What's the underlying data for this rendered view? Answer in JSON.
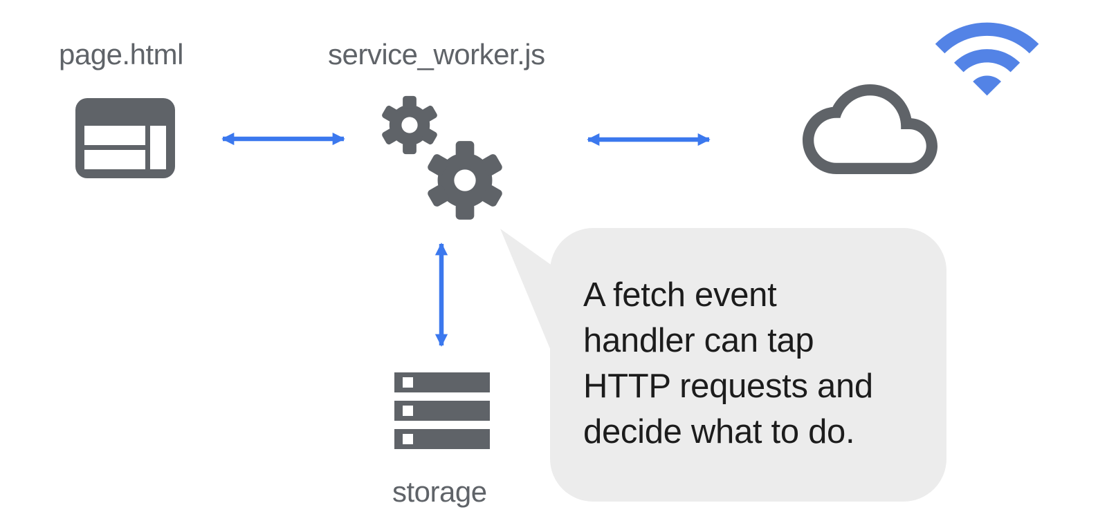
{
  "labels": {
    "page": "page.html",
    "service_worker": "service_worker.js",
    "storage": "storage"
  },
  "callout": {
    "text": "A fetch event handler can tap HTTP requests and decide what to do.",
    "lines": [
      "A fetch event",
      "handler can tap",
      "HTTP requests and",
      "decide what to do."
    ]
  },
  "icons": {
    "page": "browser-window-icon",
    "service_worker": "gears-icon",
    "network": "cloud-icon",
    "connectivity": "wifi-icon",
    "storage": "server-stack-icon"
  },
  "connections": [
    {
      "from": "page.html",
      "to": "service_worker.js",
      "type": "bidirectional-arrow"
    },
    {
      "from": "service_worker.js",
      "to": "cloud",
      "type": "bidirectional-arrow"
    },
    {
      "from": "service_worker.js",
      "to": "storage",
      "type": "bidirectional-arrow"
    }
  ],
  "colors": {
    "icon_gray": "#5f6368",
    "label_gray": "#5f6368",
    "arrow_blue": "#3b78ee",
    "wifi_blue": "#5383e6",
    "callout_bg": "#ececec",
    "callout_text": "#1c1c1c",
    "background": "#ffffff"
  }
}
